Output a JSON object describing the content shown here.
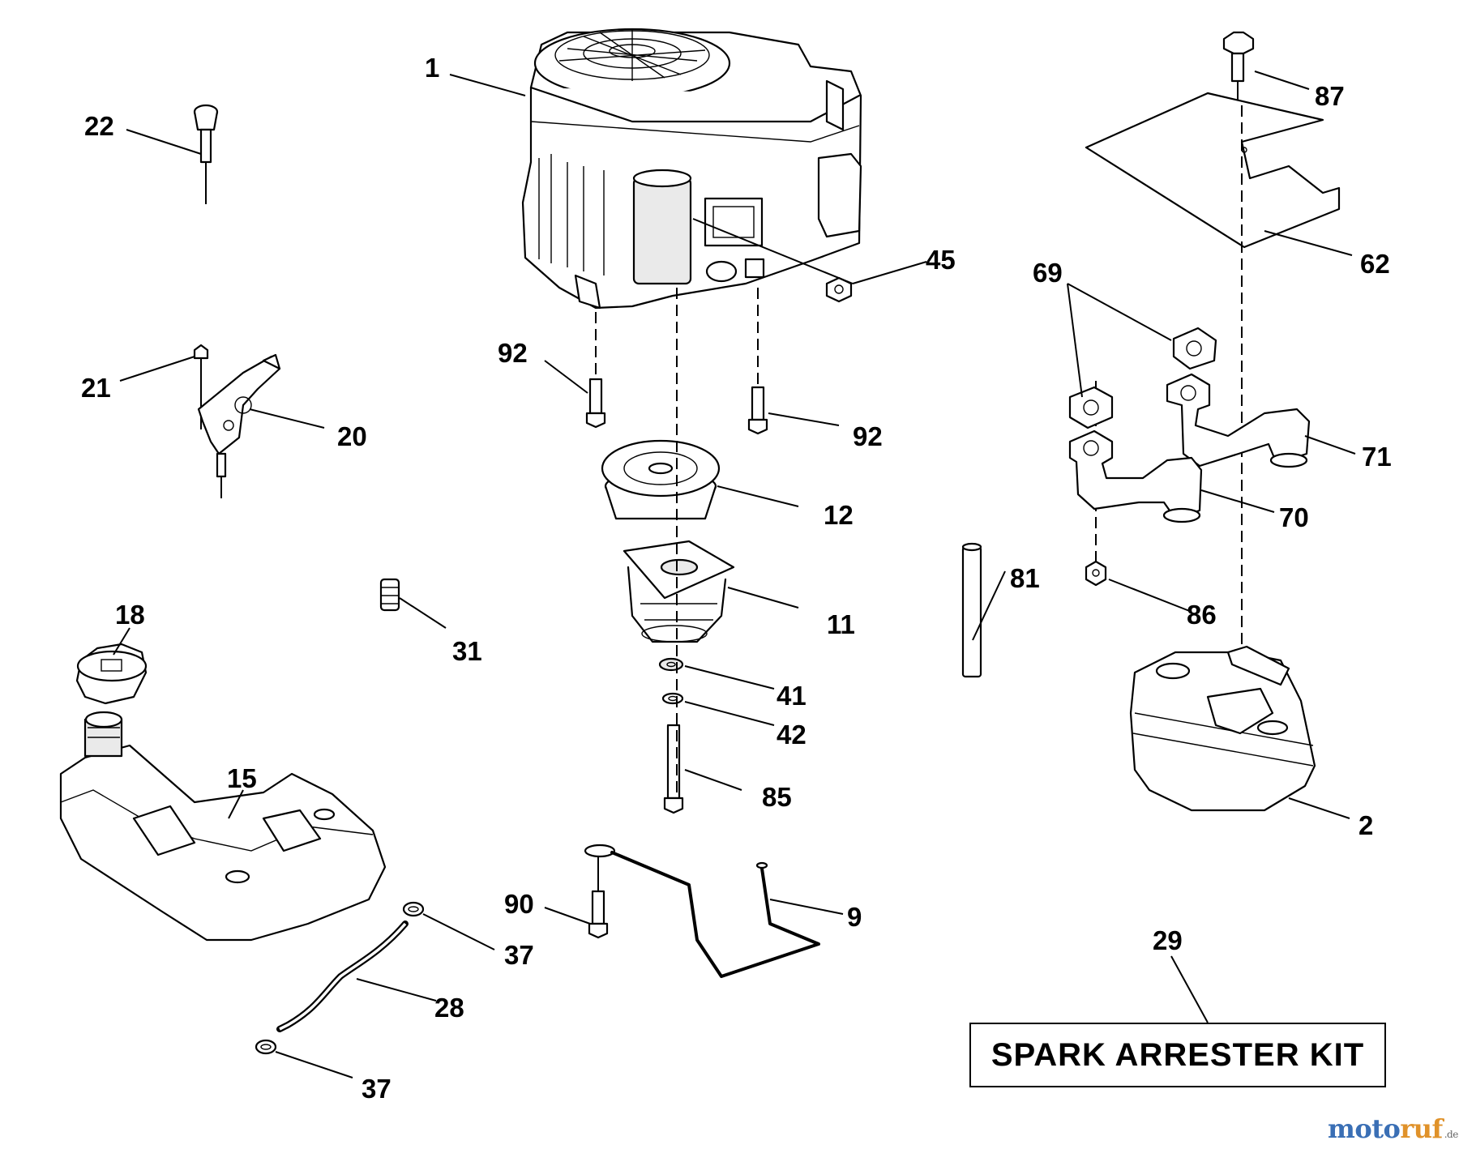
{
  "callouts": {
    "c1": "1",
    "c22": "22",
    "c45": "45",
    "c92a": "92",
    "c92b": "92",
    "c21": "21",
    "c20": "20",
    "c12": "12",
    "c11": "11",
    "c31": "31",
    "c18": "18",
    "c41": "41",
    "c42": "42",
    "c15": "15",
    "c85": "85",
    "c90": "90",
    "c9": "9",
    "c37a": "37",
    "c28": "28",
    "c37b": "37",
    "c87": "87",
    "c62": "62",
    "c69": "69",
    "c71": "71",
    "c70": "70",
    "c81": "81",
    "c86": "86",
    "c2": "2",
    "c29": "29"
  },
  "kit_label": "SPARK ARRESTER KIT",
  "watermark": {
    "brand_blue": "moto",
    "brand_orange": "ruf",
    "tld": ".de"
  },
  "colors": {
    "line": "#000000",
    "watermark_blue": "#3a6fb5",
    "watermark_orange": "#e0922a"
  }
}
